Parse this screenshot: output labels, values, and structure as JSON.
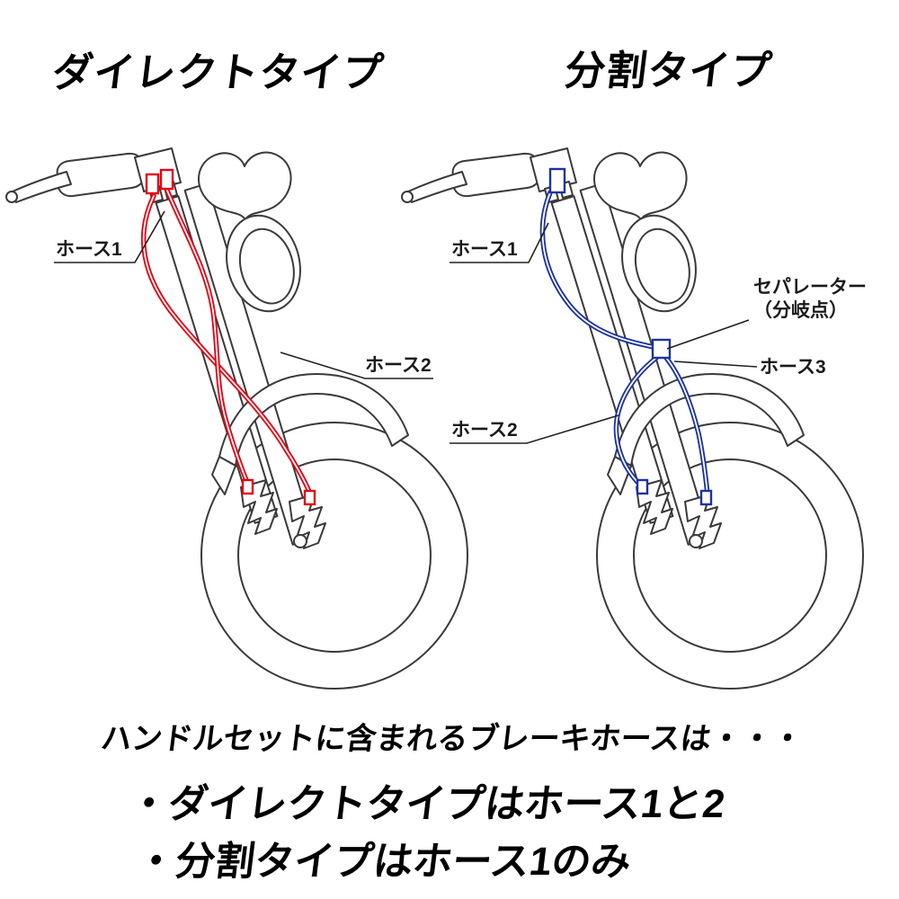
{
  "headings": {
    "direct": "ダイレクトタイプ",
    "split": "分割タイプ"
  },
  "labels": {
    "direct": {
      "hose1": "ホース1",
      "hose2": "ホース2"
    },
    "split": {
      "hose1": "ホース1",
      "hose2": "ホース2",
      "hose3": "ホース3",
      "separator_1": "セパレーター",
      "separator_2": "（分岐点）"
    }
  },
  "colors": {
    "direct_hose": "#e60012",
    "split_hose": "#1c32a2",
    "line_art": "#3a3a3a",
    "text": "#000000",
    "background": "#ffffff"
  },
  "footer": {
    "intro": "ハンドルセットに含まれるブレーキホースは・・・",
    "bullets": [
      "・ダイレクトタイプはホース1と2",
      "・分割タイプはホース1のみ"
    ]
  }
}
